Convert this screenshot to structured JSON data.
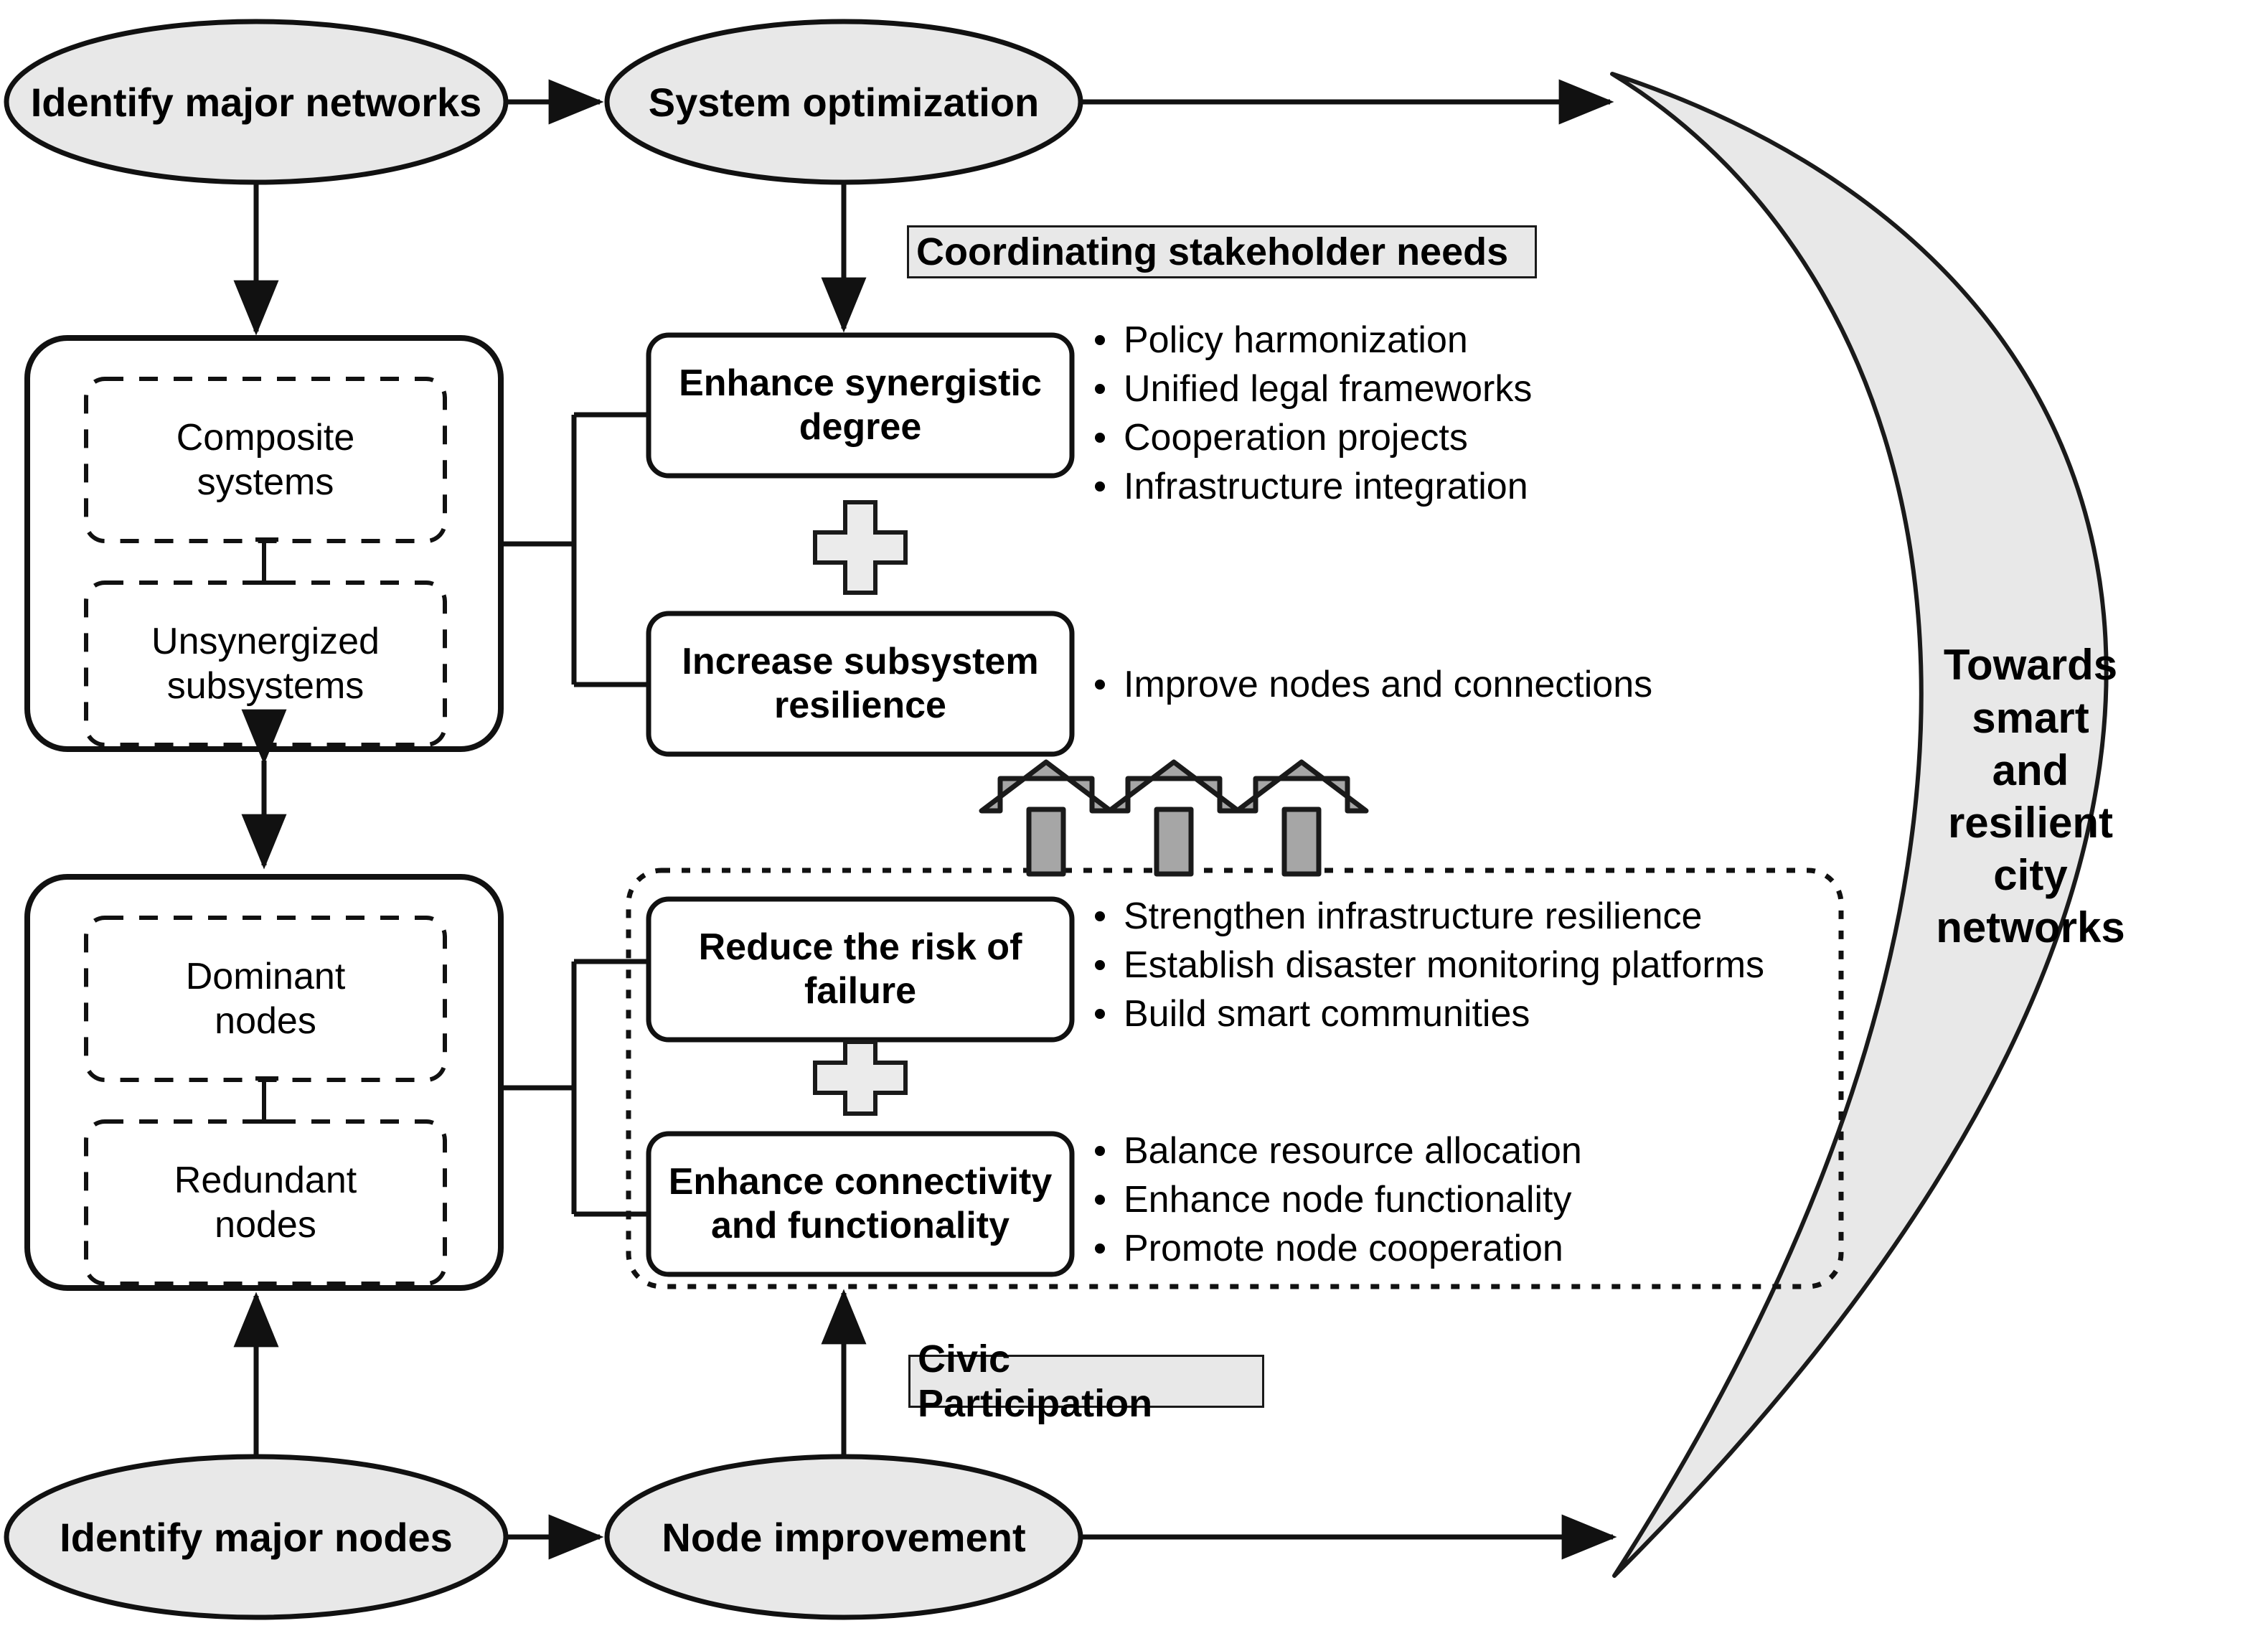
{
  "diagram": {
    "title": "Towards smart and resilient city networks framework",
    "colors": {
      "fill_gray": "#e8e8e8",
      "arrow_gray": "#a6a6a6",
      "stroke": "#1a1a1a",
      "background": "#ffffff"
    }
  },
  "ellipses": {
    "identify_major_networks": "Identify major networks",
    "system_optimization": "System optimization",
    "identify_major_nodes": "Identify major nodes",
    "node_improvement": "Node improvement"
  },
  "tags": {
    "coordinating": "Coordinating stakeholder needs",
    "civic": "Civic Participation"
  },
  "network_container": {
    "items": [
      {
        "label": "Composite\nsystems",
        "line1": "Composite",
        "line2": "systems"
      },
      {
        "label": "Unsynergized\nsubsystems",
        "line1": "Unsynergized",
        "line2": "subsystems"
      }
    ]
  },
  "node_container": {
    "items": [
      {
        "label": "Dominant\nnodes",
        "line1": "Dominant",
        "line2": "nodes"
      },
      {
        "label": "Redundant\nnodes",
        "line1": "Redundant",
        "line2": "nodes"
      }
    ]
  },
  "strategies": [
    {
      "id": "enhance-synergistic-degree",
      "title_line1": "Enhance synergistic",
      "title_line2": "degree",
      "bullets": [
        "Policy harmonization",
        "Unified legal frameworks",
        "Cooperation projects",
        "Infrastructure integration"
      ]
    },
    {
      "id": "increase-subsystem-resilience",
      "title_line1": "Increase subsystem",
      "title_line2": "resilience",
      "bullets": [
        "Improve nodes and connections"
      ]
    },
    {
      "id": "reduce-the-risk-of-failure",
      "title_line1": "Reduce the risk of",
      "title_line2": "failure",
      "bullets": [
        "Strengthen infrastructure resilience",
        "Establish disaster monitoring platforms",
        "Build smart communities"
      ]
    },
    {
      "id": "enhance-connectivity-and-functionality",
      "title_line1": "Enhance connectivity",
      "title_line2": "and functionality",
      "bullets": [
        "Balance resource allocation",
        "Enhance node functionality",
        "Promote node cooperation"
      ]
    }
  ],
  "outcome": {
    "lines": [
      "Towards",
      "smart",
      "and",
      "resilient",
      "city",
      "networks"
    ]
  },
  "icons": {
    "plus_top": "plus-icon",
    "plus_bottom": "plus-icon",
    "up_arrows": [
      "up-arrow-icon",
      "up-arrow-icon",
      "up-arrow-icon"
    ]
  }
}
